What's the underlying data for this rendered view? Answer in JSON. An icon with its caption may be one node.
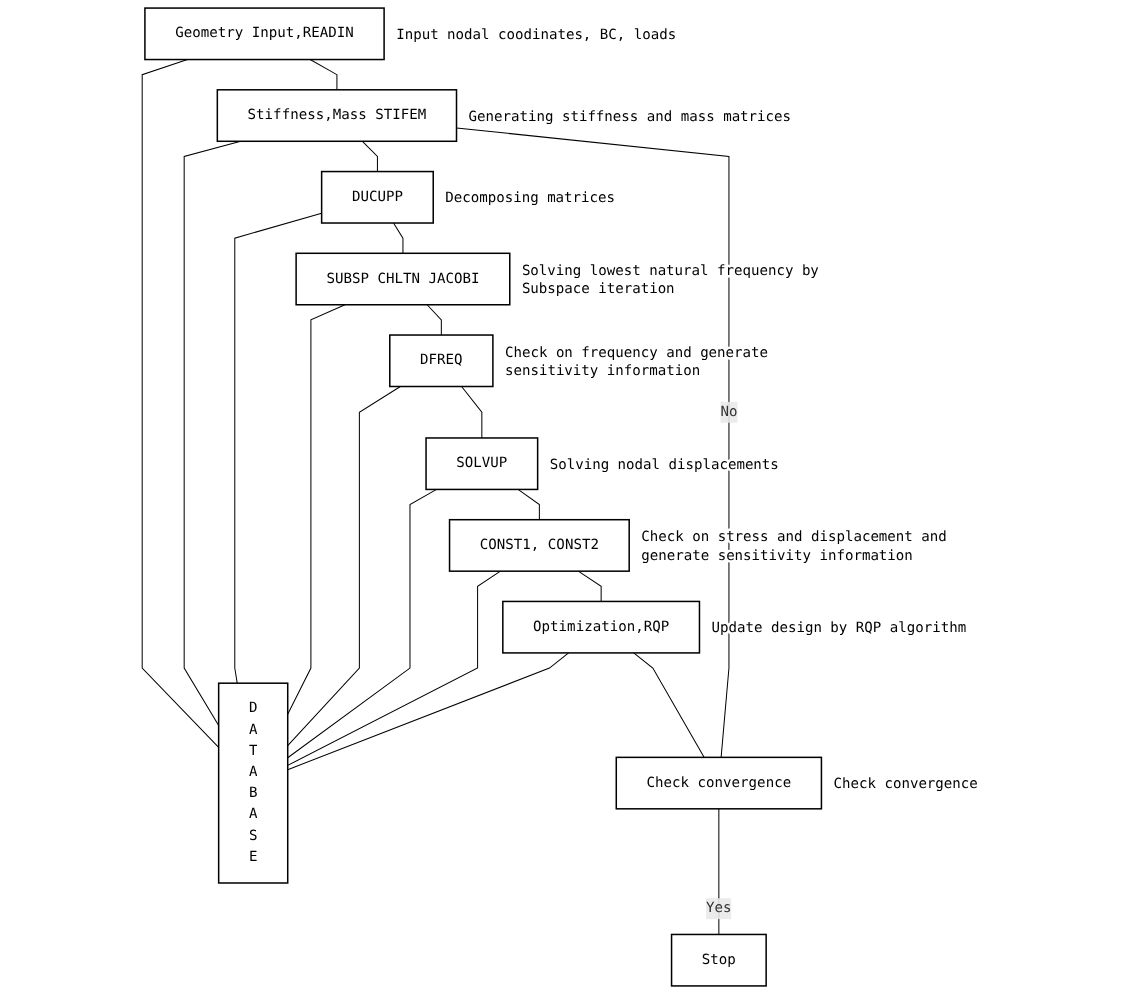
{
  "diagram": {
    "nodes": [
      {
        "text": [
          "DATABASE"
        ]
      },
      {
        "text": [
          "Geometry Input,READIN"
        ],
        "beside": [
          "Input nodal coodinates, BC, loads"
        ]
      },
      {
        "text": [
          "Stiffness,Mass STIFEM"
        ],
        "beside": [
          "Generating stiffness and mass matrices"
        ]
      },
      {
        "text": [
          "DUCUPP"
        ],
        "beside": [
          "Decomposing matrices"
        ]
      },
      {
        "text": [
          "SUBSP CHLTN JACOBI"
        ],
        "beside": [
          "Solving lowest natural frequency by Subspace iteration"
        ]
      },
      {
        "text": [
          "DFREQ"
        ],
        "beside": [
          "Check on frequency and generate sensitivity information"
        ]
      },
      {
        "text": [
          "SOLVUP"
        ],
        "beside": [
          "Solving nodal displacements"
        ]
      },
      {
        "text": [
          "CONST1, CONST2"
        ],
        "beside": [
          "Check on stress and displacement and generate sensitivity information"
        ]
      },
      {
        "text": [
          "Optimization,RQP"
        ],
        "beside": [
          "Update design by RQP algorithm"
        ]
      },
      {
        "text": [
          "Check convergence"
        ],
        "beside": [
          "Check convergence"
        ]
      },
      {
        "text": [
          "Stop"
        ]
      }
    ],
    "edges": [
      {
        "from": 1,
        "to": 2,
        "arrow": "none"
      },
      {
        "from": 2,
        "to": 3,
        "arrow": "none"
      },
      {
        "from": 3,
        "to": 4,
        "arrow": "none"
      },
      {
        "from": 4,
        "to": 5,
        "arrow": "none"
      },
      {
        "from": 5,
        "to": 6,
        "arrow": "none"
      },
      {
        "from": 6,
        "to": 7,
        "arrow": "none"
      },
      {
        "from": 7,
        "to": 8,
        "arrow": "none"
      },
      {
        "from": 8,
        "to": 9,
        "arrow": "none"
      },
      {
        "from": 9,
        "to": 10,
        "label": "Yes",
        "arrow": "none"
      },
      {
        "from": 9,
        "to": 2,
        "label": "No",
        "arrow": "none"
      },
      {
        "from": 1,
        "to": 0,
        "arrow": "none"
      },
      {
        "from": 2,
        "to": 0,
        "arrow": "none"
      },
      {
        "from": 3,
        "to": 0,
        "arrow": "none"
      },
      {
        "from": 4,
        "to": 0,
        "arrow": "none"
      },
      {
        "from": 5,
        "to": 0,
        "arrow": "none"
      },
      {
        "from": 6,
        "to": 0,
        "arrow": "none"
      },
      {
        "from": 7,
        "to": 0,
        "arrow": "none"
      },
      {
        "from": 8,
        "to": 0,
        "arrow": "none"
      }
    ]
  }
}
